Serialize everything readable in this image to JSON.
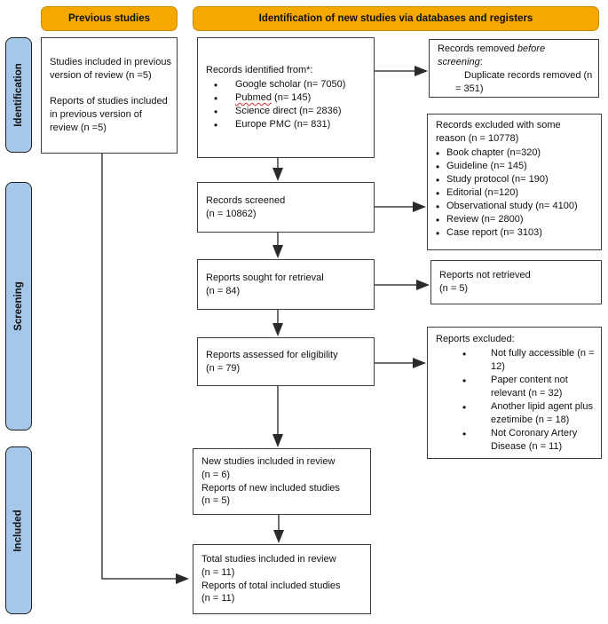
{
  "headers": {
    "previous": "Previous studies",
    "new": "Identification of new studies via databases and registers"
  },
  "sidebar": {
    "identification": "Identification",
    "screening": "Screening",
    "included": "Included"
  },
  "boxes": {
    "previous_studies": {
      "para1": "Studies included in previous version of review (n =5)",
      "para2": "Reports of studies included in previous version of review (n =5)"
    },
    "identified": {
      "title": "Records identified from*:",
      "bullets": [
        "Google scholar (n= 7050)",
        {
          "misspelled": "Pubmed",
          "rest": " (n= 145)"
        },
        "Science direct (n= 2836)",
        "Europe PMC (n= 831)"
      ]
    },
    "removed": {
      "prefix": "Records removed ",
      "italic": "before screening",
      "suffix": ":",
      "detail": "Duplicate records removed (n = 351)"
    },
    "screened": {
      "line1": "Records screened",
      "line2": "(n = 10862)"
    },
    "excluded_records": {
      "title": "Records excluded with some reason (n = 10778)",
      "bullets": [
        "Book chapter (n=320)",
        "Guideline (n= 145)",
        "Study protocol (n= 190)",
        "Editorial (n=120)",
        "Observational study (n= 4100)",
        "Review (n= 2800)",
        "Case report (n= 3103)"
      ]
    },
    "sought": {
      "line1": "Reports sought for retrieval",
      "line2": "(n = 84)"
    },
    "not_retrieved": {
      "line1": "Reports not retrieved",
      "line2": "(n = 5)"
    },
    "assessed": {
      "line1": "Reports assessed for eligibility",
      "line2": "(n = 79)"
    },
    "excluded_reports": {
      "title": "Reports excluded:",
      "bullets": [
        "Not fully accessible (n = 12)",
        "Paper content not relevant (n = 32)",
        "Another lipid agent plus ezetimibe (n = 18)",
        "Not Coronary Artery Disease (n = 11)"
      ]
    },
    "new_included": {
      "line1": "New studies included in review",
      "line2": "(n = 6)",
      "line3": "Reports of new included studies",
      "line4": "(n = 5)"
    },
    "total_included": {
      "line1": "Total studies included in review",
      "line2": "(n = 11)",
      "line3": "Reports of total included studies",
      "line4": "(n = 11)"
    }
  },
  "colors": {
    "header_bg": "#F5A800",
    "sidebar_bg": "#A4C7EA",
    "box_border": "#3C3C3C",
    "squiggle": "#D22B2B"
  }
}
